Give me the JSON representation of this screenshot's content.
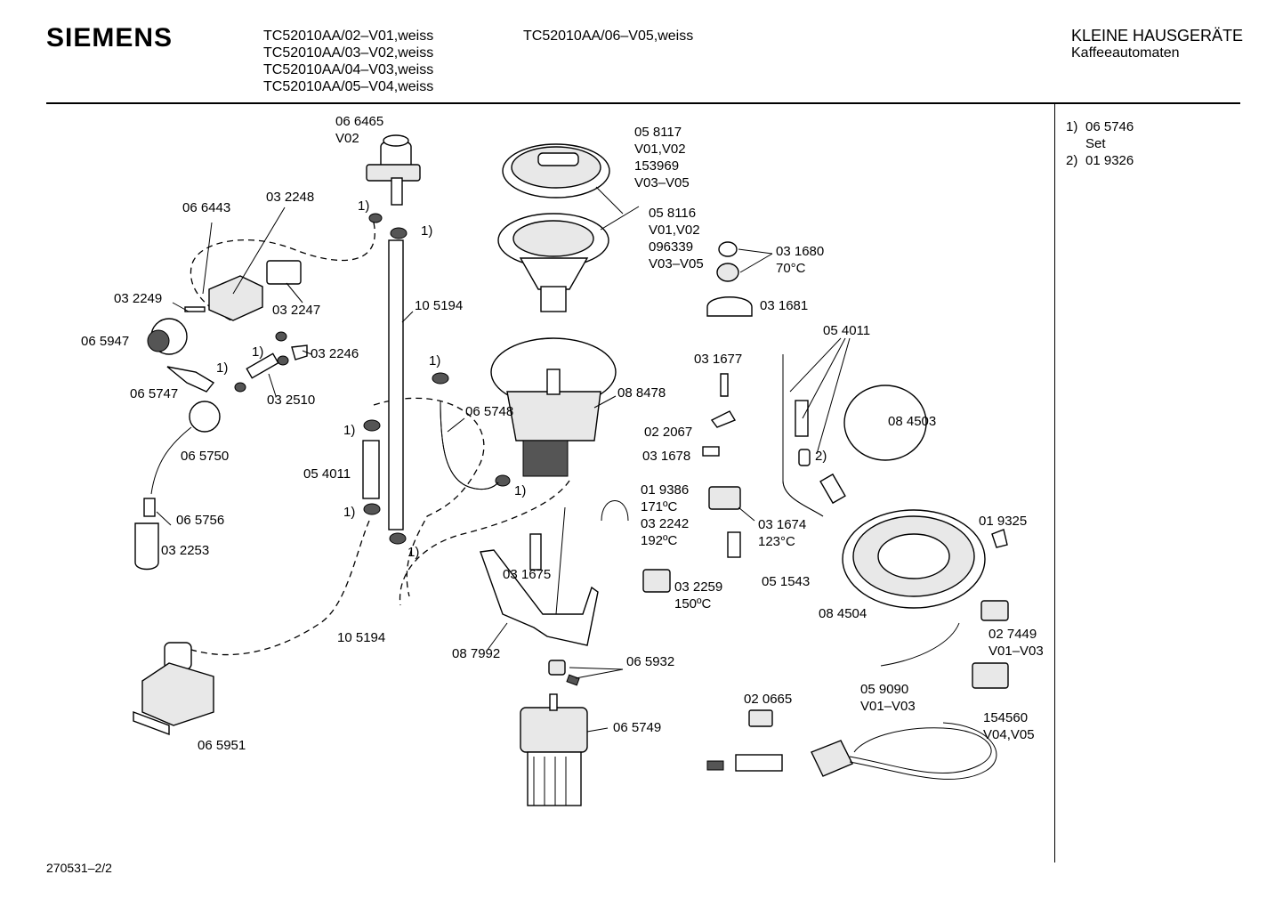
{
  "header": {
    "brand": "SIEMENS",
    "models_col1": [
      "TC52010AA/02–V01,weiss",
      "TC52010AA/03–V02,weiss",
      "TC52010AA/04–V03,weiss",
      "TC52010AA/05–V04,weiss"
    ],
    "models_col2": [
      "TC52010AA/06–V05,weiss"
    ],
    "category": "KLEINE HAUSGERÄTE",
    "subcategory": "Kaffeeautomaten"
  },
  "side_notes": [
    {
      "marker": "1)",
      "text": "06 5746"
    },
    {
      "marker": "",
      "text": "Set"
    },
    {
      "marker": "2)",
      "text": "01 9326"
    }
  ],
  "footer": {
    "drawing_number": "270531–2/2"
  },
  "labels": [
    "06 6465",
    "V02",
    "03 2248",
    "06 6443",
    "03 2249",
    "06 5947",
    "03 2247",
    "1)",
    "03 2246",
    "1)",
    "06 5747",
    "03 2510",
    "1)",
    "06 5750",
    "06 5756",
    "03 2253",
    "1)",
    "1)",
    "10 5194",
    "1)",
    "05 4011",
    "1)",
    "1)",
    "10 5194",
    "06 5951",
    "05 8117",
    "V01,V02",
    "153969",
    "V03–V05",
    "05 8116",
    "V01,V02",
    "096339",
    "V03–V05",
    "03 1680",
    "70°C",
    "03 1681",
    "1)",
    "06 5748",
    "08 8478",
    "1)",
    "03 1675",
    "08 7992",
    "06 5932",
    "06 5749",
    "03 1677",
    "02 2067",
    "03 1678",
    "01 9386",
    "171ºC",
    "03 2242",
    "192ºC",
    "03 1674",
    "123°C",
    "03 2259",
    "150ºC",
    "05 1543",
    "05 4011",
    "08 4503",
    "2)",
    "01 9325",
    "08 4504",
    "02 7449",
    "V01–V03",
    "05 9090",
    "V01–V03",
    "02 0665",
    "154560",
    "V04,V05"
  ]
}
